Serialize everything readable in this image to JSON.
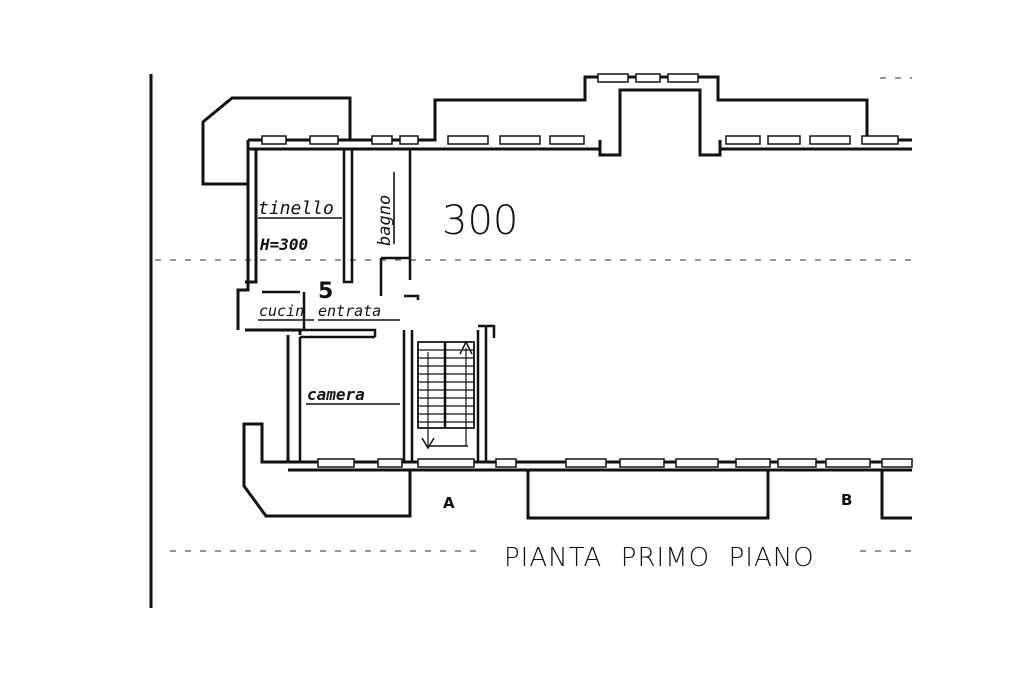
{
  "plan": {
    "number_300": "300",
    "unit_number": "5",
    "rooms": {
      "tinello": "tinello",
      "tinello_height": "H=300",
      "bagno": "bagno",
      "cucina": "cucin",
      "entrata": "entrata",
      "camera": "camera"
    },
    "section_a": "A",
    "section_b": "B",
    "caption": "PIANTA  PRIMO  PIANO"
  }
}
